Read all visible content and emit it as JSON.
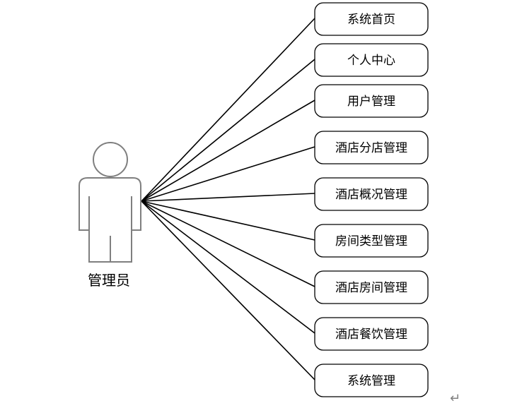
{
  "actor": {
    "label": "管理员",
    "icon": "person-icon",
    "outline_color": "#7f7f7f"
  },
  "use_cases": [
    {
      "label": "系统首页"
    },
    {
      "label": "个人中心"
    },
    {
      "label": "用户管理"
    },
    {
      "label": "酒店分店管理"
    },
    {
      "label": "酒店概况管理"
    },
    {
      "label": "房间类型管理"
    },
    {
      "label": "酒店房间管理"
    },
    {
      "label": "酒店餐饮管理"
    },
    {
      "label": "系统管理"
    }
  ],
  "paragraph_mark": {
    "symbol": "↵",
    "icon": "return-arrow-icon",
    "color": "#7f7f7f"
  },
  "colors": {
    "line": "#000000",
    "box_border": "#000000",
    "box_fill": "#ffffff"
  }
}
